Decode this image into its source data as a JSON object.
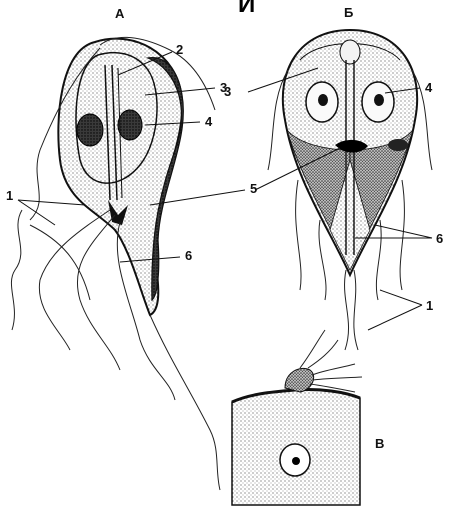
{
  "header_fragment": "И",
  "panels": {
    "a": "А",
    "b": "Б",
    "c": "В"
  },
  "labels_a": [
    "1",
    "2",
    "3",
    "4",
    "5",
    "6"
  ],
  "labels_b": [
    "1",
    "3",
    "4",
    "6"
  ]
}
